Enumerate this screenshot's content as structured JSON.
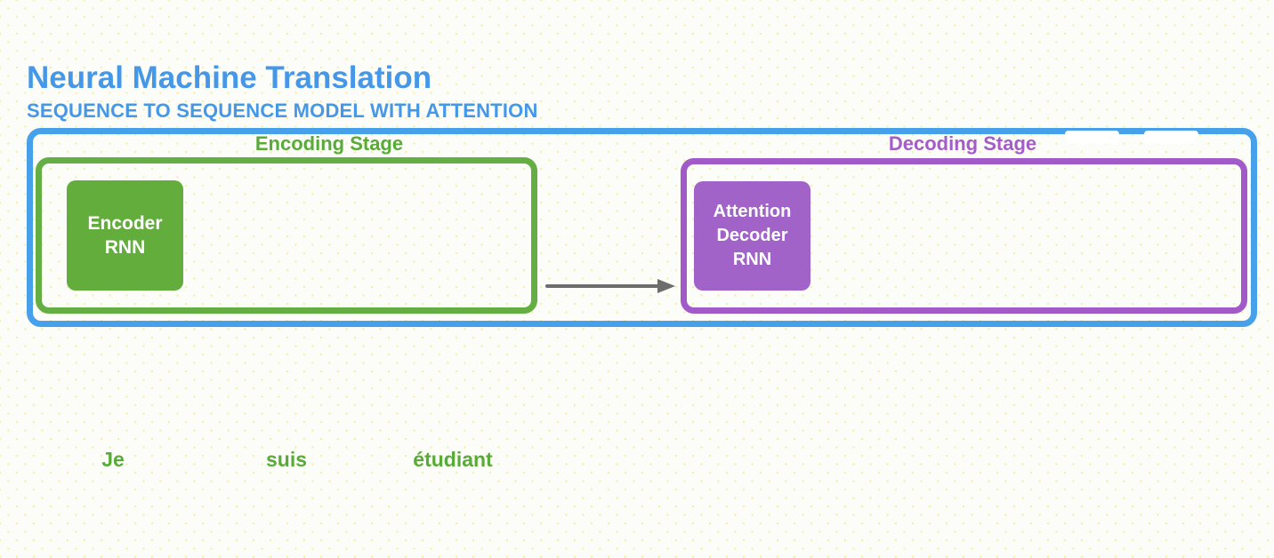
{
  "title": "Neural Machine Translation",
  "subtitle": "SEQUENCE TO SEQUENCE MODEL WITH ATTENTION",
  "colors": {
    "accent_blue": "#47a0ea",
    "title_blue": "#4598e8",
    "green": "#62ad3c",
    "purple": "#a263c9",
    "arrow_gray": "#6d6d6d",
    "background": "#fcfcf8",
    "dot_yellow": "#f3f0a8"
  },
  "pipeline": {
    "encoding": {
      "label": "Encoding Stage",
      "block_line1": "Encoder",
      "block_line2": "RNN"
    },
    "decoding": {
      "label": "Decoding Stage",
      "block_line1": "Attention",
      "block_line2": "Decoder",
      "block_line3": "RNN"
    },
    "arrow": "encoder-to-decoder"
  },
  "input_tokens": [
    "Je",
    "suis",
    "étudiant"
  ]
}
